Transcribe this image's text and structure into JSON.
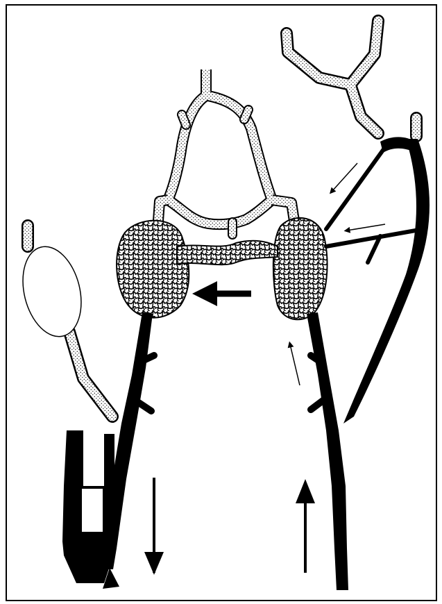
{
  "figure": {
    "caption": "",
    "labels": [],
    "colors": {
      "ink": "#000000",
      "paper": "#ffffff",
      "stipple": "#000000"
    },
    "arrows": [
      {
        "id": "arrow-left-center",
        "direction": "left",
        "weight": "thick"
      },
      {
        "id": "arrow-down-left",
        "direction": "down",
        "weight": "thick"
      },
      {
        "id": "arrow-up-right",
        "direction": "up",
        "weight": "thick"
      },
      {
        "id": "arrow-small-upper-left-1",
        "direction": "down-left",
        "weight": "thin"
      },
      {
        "id": "arrow-small-upper-left-2",
        "direction": "left",
        "weight": "thin"
      },
      {
        "id": "arrow-small-up",
        "direction": "up-left",
        "weight": "thin"
      }
    ]
  }
}
